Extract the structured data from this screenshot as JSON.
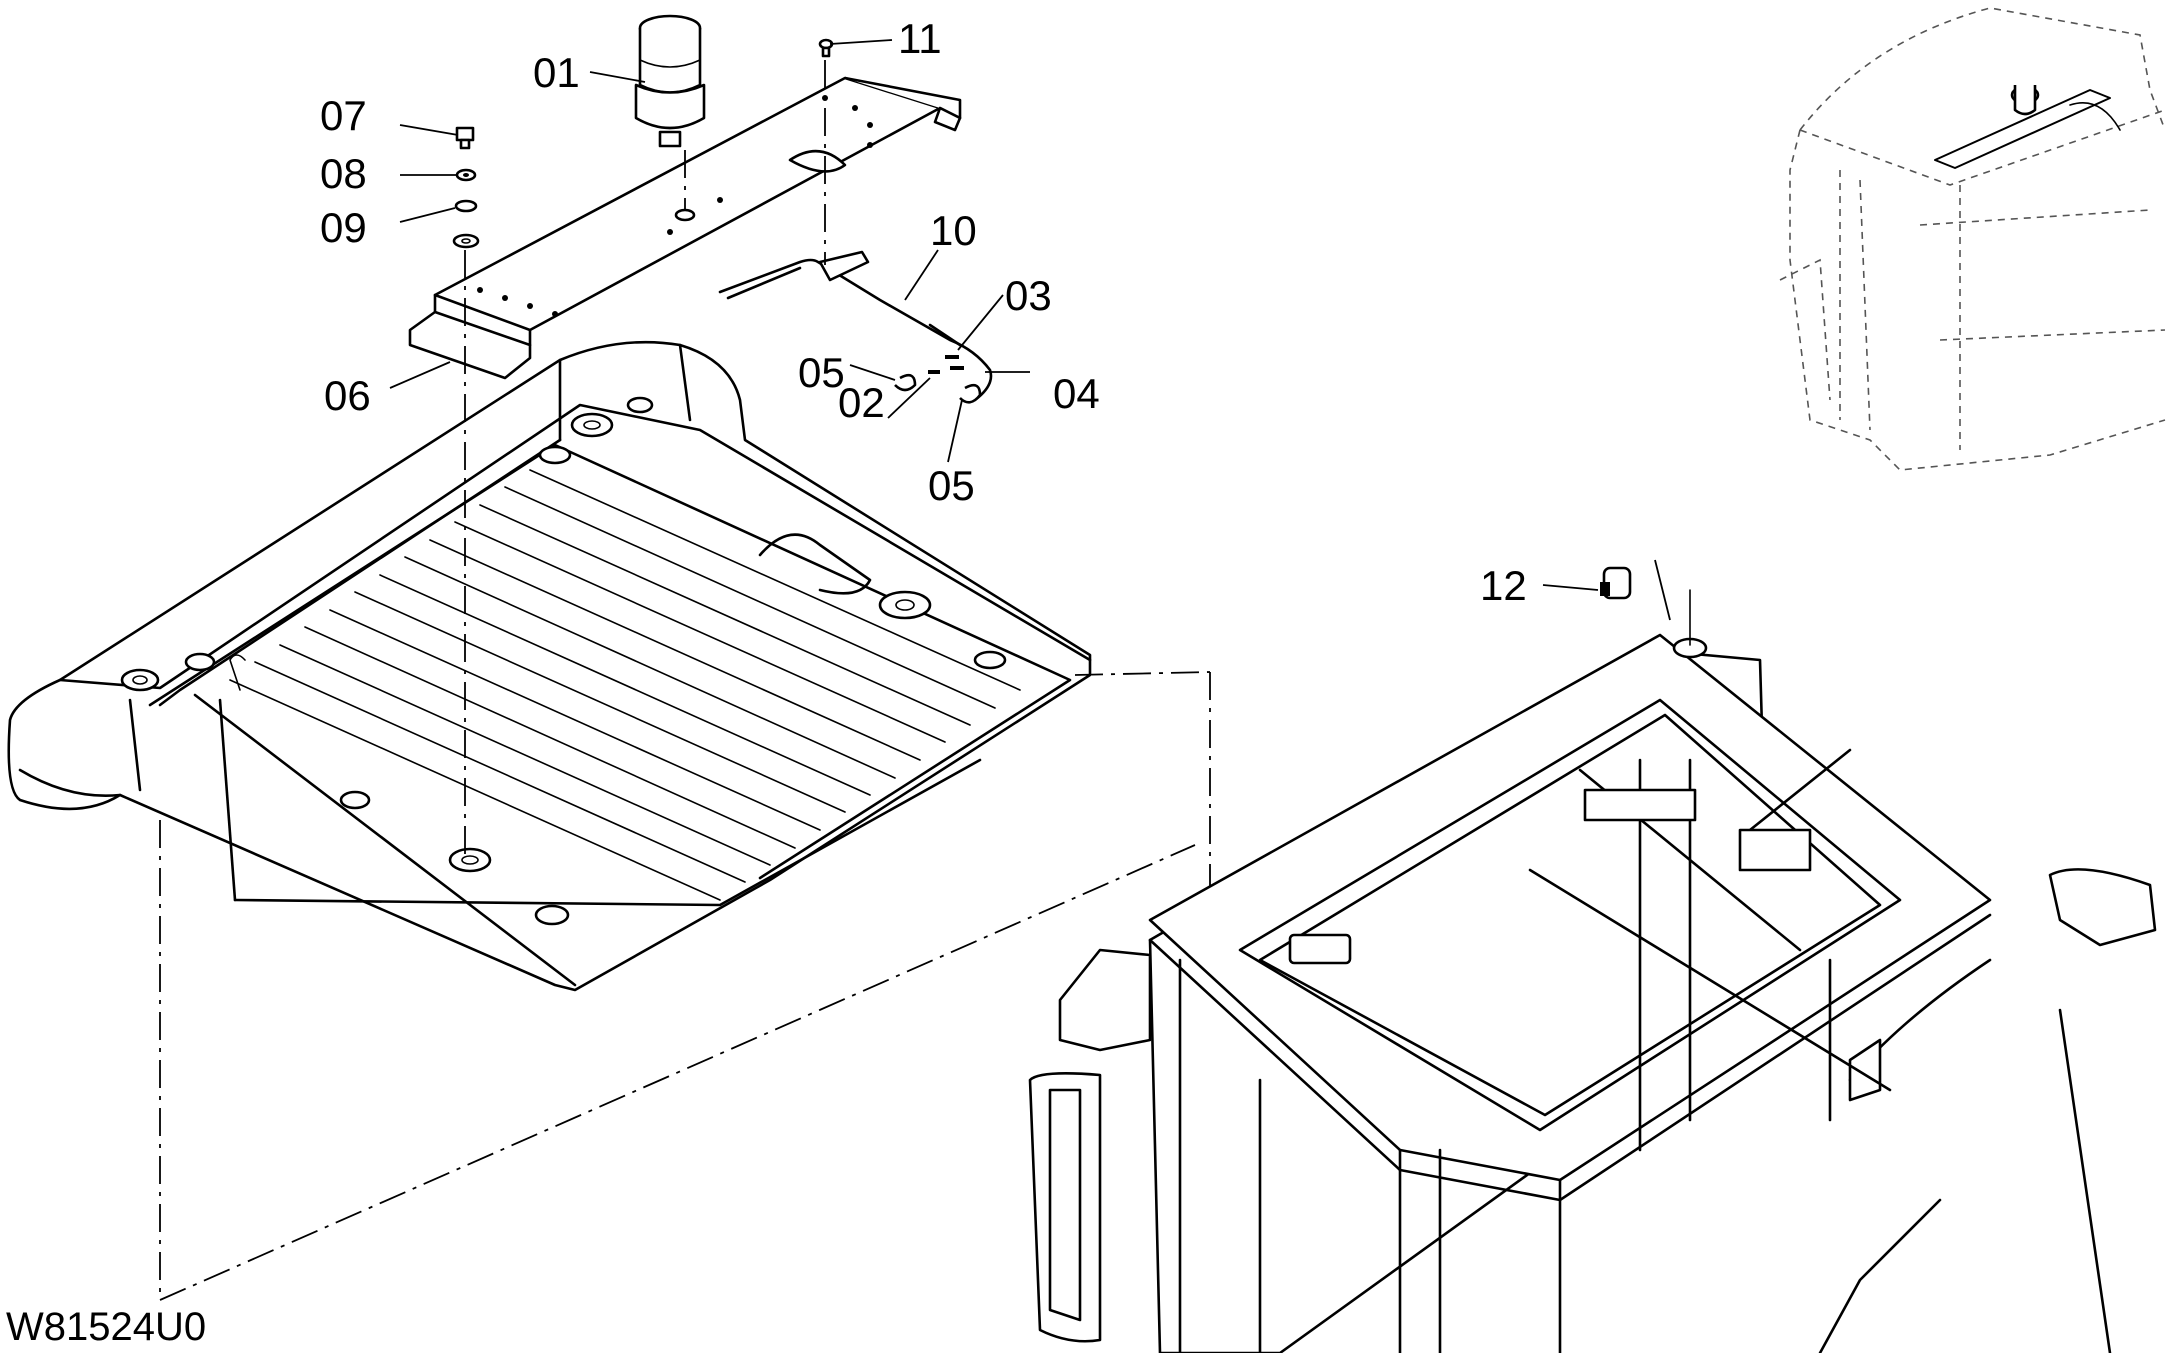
{
  "drawing_id": "W81524U0",
  "callouts": [
    {
      "id": "c01",
      "label": "01"
    },
    {
      "id": "c02",
      "label": "02"
    },
    {
      "id": "c03",
      "label": "03"
    },
    {
      "id": "c04",
      "label": "04"
    },
    {
      "id": "c05a",
      "label": "05"
    },
    {
      "id": "c05b",
      "label": "05"
    },
    {
      "id": "c06",
      "label": "06"
    },
    {
      "id": "c07",
      "label": "07"
    },
    {
      "id": "c08",
      "label": "08"
    },
    {
      "id": "c09",
      "label": "09"
    },
    {
      "id": "c10",
      "label": "10"
    },
    {
      "id": "c11",
      "label": "11"
    },
    {
      "id": "c12",
      "label": "12"
    }
  ]
}
